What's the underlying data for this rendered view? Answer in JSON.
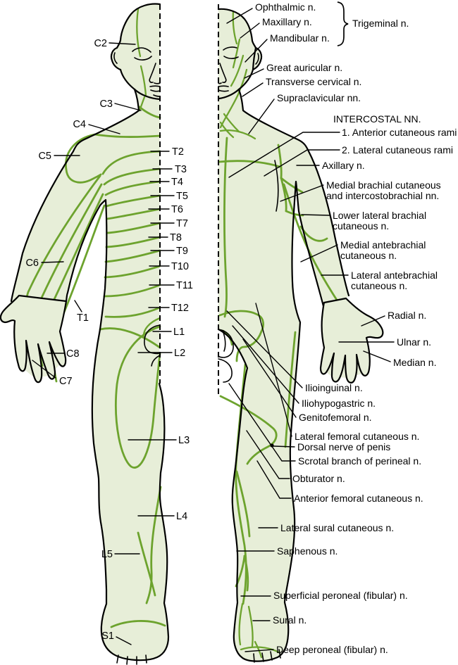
{
  "colors": {
    "body_fill": "#e7eed8",
    "nerve_green": "#6da32e",
    "outline": "#000000"
  },
  "figure_left": {
    "name": "dermatomes (anterior, right half of body)",
    "labels": {
      "C2": "C2",
      "C3": "C3",
      "C4": "C4",
      "C5": "C5",
      "C6": "C6",
      "T1": "T1",
      "C8": "C8",
      "C7": "C7",
      "T2": "T2",
      "T3": "T3",
      "T4": "T4",
      "T5": "T5",
      "T6": "T6",
      "T7": "T7",
      "T8": "T8",
      "T9": "T9",
      "T10": "T10",
      "T11": "T11",
      "T12": "T12",
      "L1": "L1",
      "L2": "L2",
      "L3": "L3",
      "L4": "L4",
      "L5": "L5",
      "S1": "S1"
    }
  },
  "figure_right": {
    "name": "cutaneous nerves (anterior, left half of body)",
    "heading": "INTERCOSTAL NN.",
    "labels": {
      "ophthalmic": "Ophthalmic n.",
      "maxillary": "Maxillary n.",
      "mandibular": "Mandibular n.",
      "trigeminal": "Trigeminal n.",
      "great_auricular": "Great auricular n.",
      "transverse_cervical": "Transverse cervical n.",
      "supraclavicular": "Supraclavicular nn.",
      "anterior_cutaneous": "1. Anterior cutaneous rami",
      "lateral_cutaneous": "2. Lateral cutaneous rami",
      "axillary": "Axillary n.",
      "medial_brachial_1": "Medial brachial cutaneous",
      "medial_brachial_2": "and intercostobrachial nn.",
      "lower_lateral_brachial_1": "Lower lateral brachial",
      "lower_lateral_brachial_2": "cutaneous n.",
      "medial_antebrachial_1": "Medial antebrachial",
      "medial_antebrachial_2": "cutaneous n.",
      "lateral_antebrachial_1": "Lateral antebrachial",
      "lateral_antebrachial_2": "cutaneous n.",
      "radial": "Radial n.",
      "ulnar": "Ulnar n.",
      "median": "Median n.",
      "ilioinguinal": "Ilioinguinal n.",
      "iliohypogastric": "Iliohypogastric n.",
      "genitofemoral": "Genitofemoral n.",
      "lateral_femoral": "Lateral femoral cutaneous n.",
      "dorsal_penis": "Dorsal nerve of penis",
      "scrotal_branch": "Scrotal branch of perineal n.",
      "obturator": "Obturator n.",
      "anterior_femoral": "Anterior femoral cutaneous n.",
      "lateral_sural": "Lateral sural cutaneous n.",
      "saphenous": "Saphenous n.",
      "superficial_peroneal": "Superficial peroneal (fibular) n.",
      "sural": "Sural n.",
      "deep_peroneal": "Deep peroneal (fibular) n."
    }
  }
}
